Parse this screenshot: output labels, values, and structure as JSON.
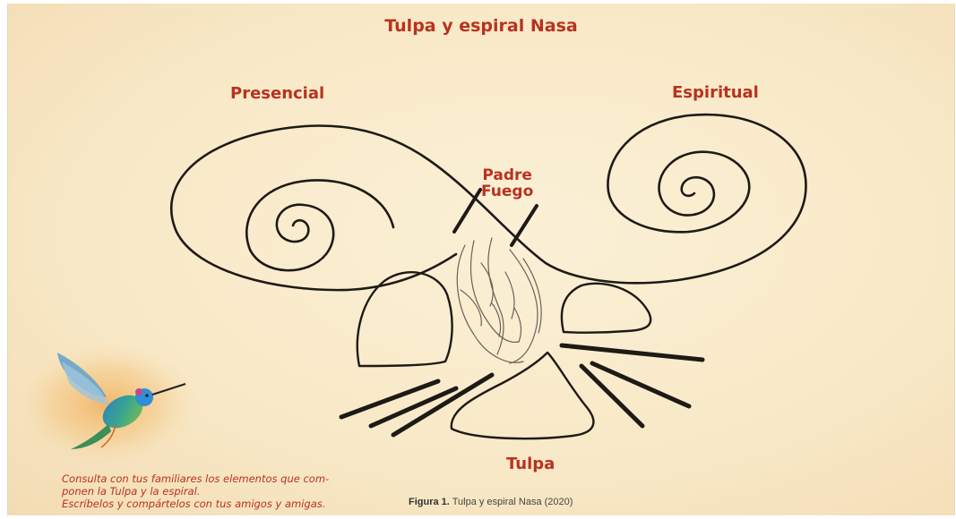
{
  "diagram": {
    "title": "Tulpa y espiral Nasa",
    "labels": {
      "presencial": "Presencial",
      "espiritual": "Espiritual",
      "padre_fuego_line1": "Padre",
      "padre_fuego_line2": "Fuego",
      "tulpa": "Tulpa"
    }
  },
  "note": {
    "line1": "Consulta con tus familiares los elementos que com-",
    "line2": "ponen la Tulpa y la espiral.",
    "line3": "Escríbelos y compártelos con tus amigos y amigas."
  },
  "caption": {
    "label": "Figura 1.",
    "text": "Tulpa y espiral Nasa (2020)"
  },
  "colors": {
    "accent": "#b83220",
    "ink": "#1e1a16",
    "background": "#f8e8c6"
  },
  "icons": [
    "hummingbird-illustration"
  ]
}
